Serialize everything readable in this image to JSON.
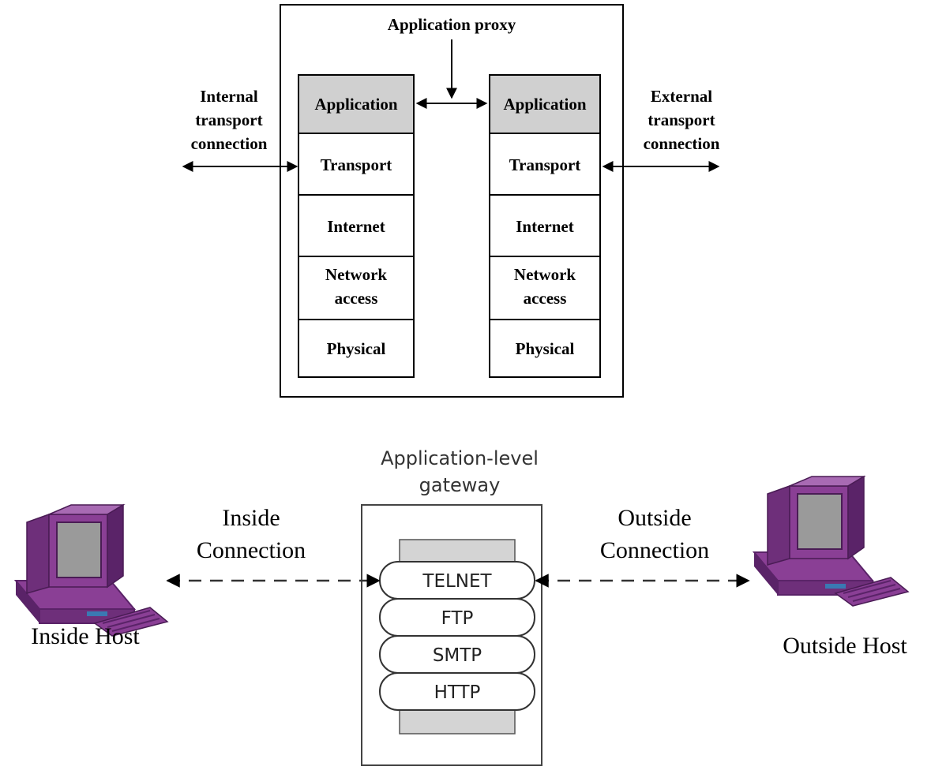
{
  "proxy_diagram": {
    "title": "Application proxy",
    "left_stack": [
      "Application",
      "Transport",
      "Internet",
      "Network|access",
      "Physical"
    ],
    "right_stack": [
      "Application",
      "Transport",
      "Internet",
      "Network|access",
      "Physical"
    ],
    "internal_label": [
      "Internal",
      "transport",
      "connection"
    ],
    "external_label": [
      "External",
      "transport",
      "connection"
    ]
  },
  "gateway_diagram": {
    "title": [
      "Application-level",
      "gateway"
    ],
    "protocols": [
      "TELNET",
      "FTP",
      "SMTP",
      "HTTP"
    ],
    "inside_connection": [
      "Inside",
      "Connection"
    ],
    "outside_connection": [
      "Outside",
      "Connection"
    ],
    "inside_host": "Inside Host",
    "outside_host": "Outside Host"
  },
  "colors": {
    "shaded_layer": "#d0d0d0",
    "computer_purple": "#8a3f95",
    "computer_dark": "#5a2368",
    "screen_grey": "#9a9a9a"
  }
}
